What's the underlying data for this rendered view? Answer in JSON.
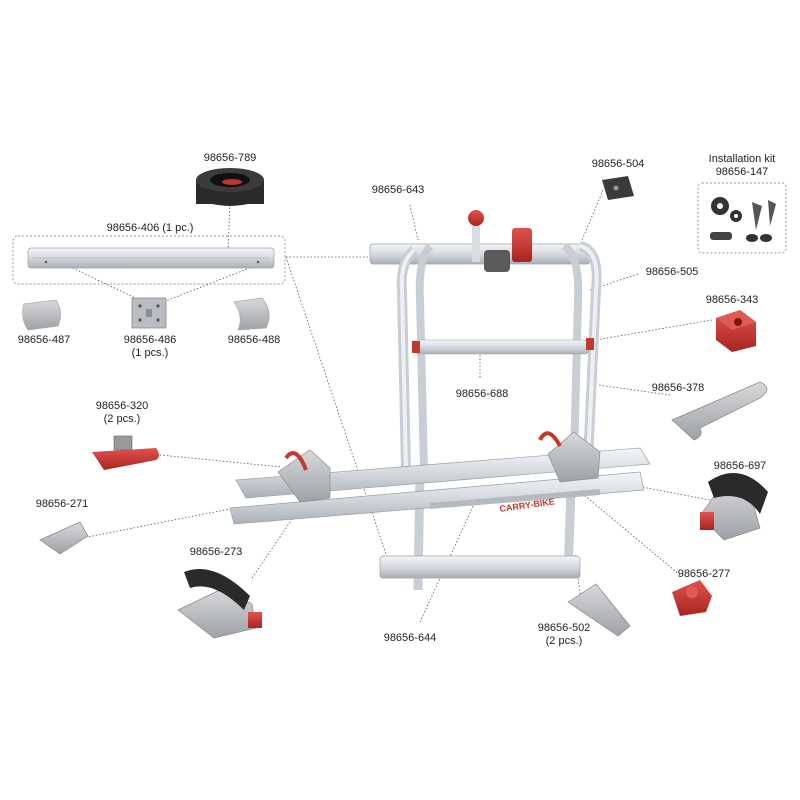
{
  "parts": [
    {
      "id": "p789",
      "code": "98656-789"
    },
    {
      "id": "p406",
      "code": "98656-406 (1 pc.)"
    },
    {
      "id": "p487",
      "code": "98656-487"
    },
    {
      "id": "p486",
      "code": "98656-486",
      "qty": "(1 pcs.)"
    },
    {
      "id": "p488",
      "code": "98656-488"
    },
    {
      "id": "p320",
      "code": "98656-320",
      "qty": "(2 pcs.)"
    },
    {
      "id": "p271",
      "code": "98656-271"
    },
    {
      "id": "p273",
      "code": "98656-273"
    },
    {
      "id": "p643",
      "code": "98656-643"
    },
    {
      "id": "p504",
      "code": "98656-504"
    },
    {
      "id": "p505",
      "code": "98656-505"
    },
    {
      "id": "p343",
      "code": "98656-343"
    },
    {
      "id": "p688",
      "code": "98656-688"
    },
    {
      "id": "p378",
      "code": "98656-378"
    },
    {
      "id": "p697",
      "code": "98656-697"
    },
    {
      "id": "p277",
      "code": "98656-277"
    },
    {
      "id": "p644",
      "code": "98656-644"
    },
    {
      "id": "p502",
      "code": "98656-502",
      "qty": "(2 pcs.)"
    }
  ],
  "kit": {
    "title": "Installation kit",
    "code": "98656-147"
  },
  "brand_text": "CARRY-BIKE",
  "colors": {
    "aluminium": "#d9dde2",
    "accent_red": "#c8302e",
    "dark_grey": "#333333",
    "leader": "#555555"
  }
}
